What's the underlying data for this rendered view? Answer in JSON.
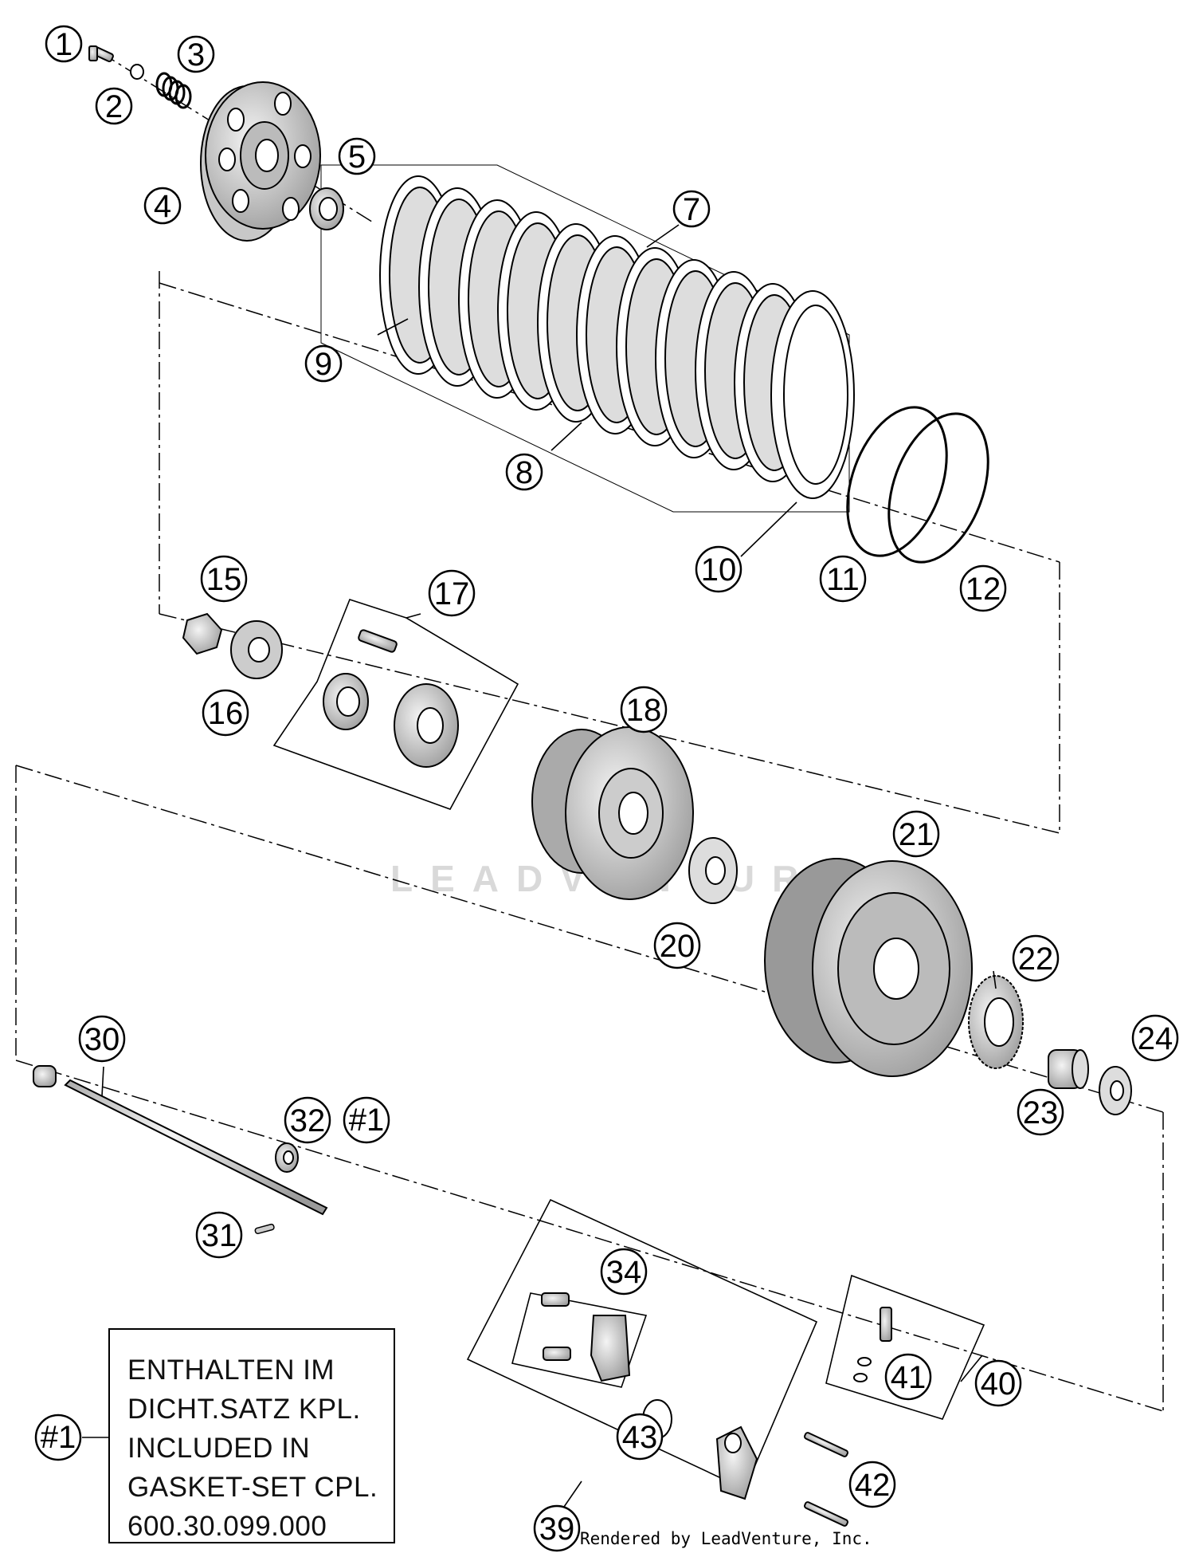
{
  "callouts": [
    "1",
    "2",
    "3",
    "4",
    "5",
    "7",
    "8",
    "9",
    "10",
    "11",
    "12",
    "15",
    "16",
    "17",
    "18",
    "20",
    "21",
    "22",
    "23",
    "24",
    "30",
    "32",
    "#1",
    "31",
    "34",
    "41",
    "43",
    "40",
    "42",
    "39",
    "#1"
  ],
  "note": {
    "ref": "#1",
    "lines": [
      "ENTHALTEN IM",
      "DICHT.SATZ KPL.",
      "INCLUDED IN",
      "GASKET-SET CPL.",
      "600.30.099.000"
    ]
  },
  "watermark": "LEADVENTURE",
  "credit": "Rendered by LeadVenture, Inc."
}
